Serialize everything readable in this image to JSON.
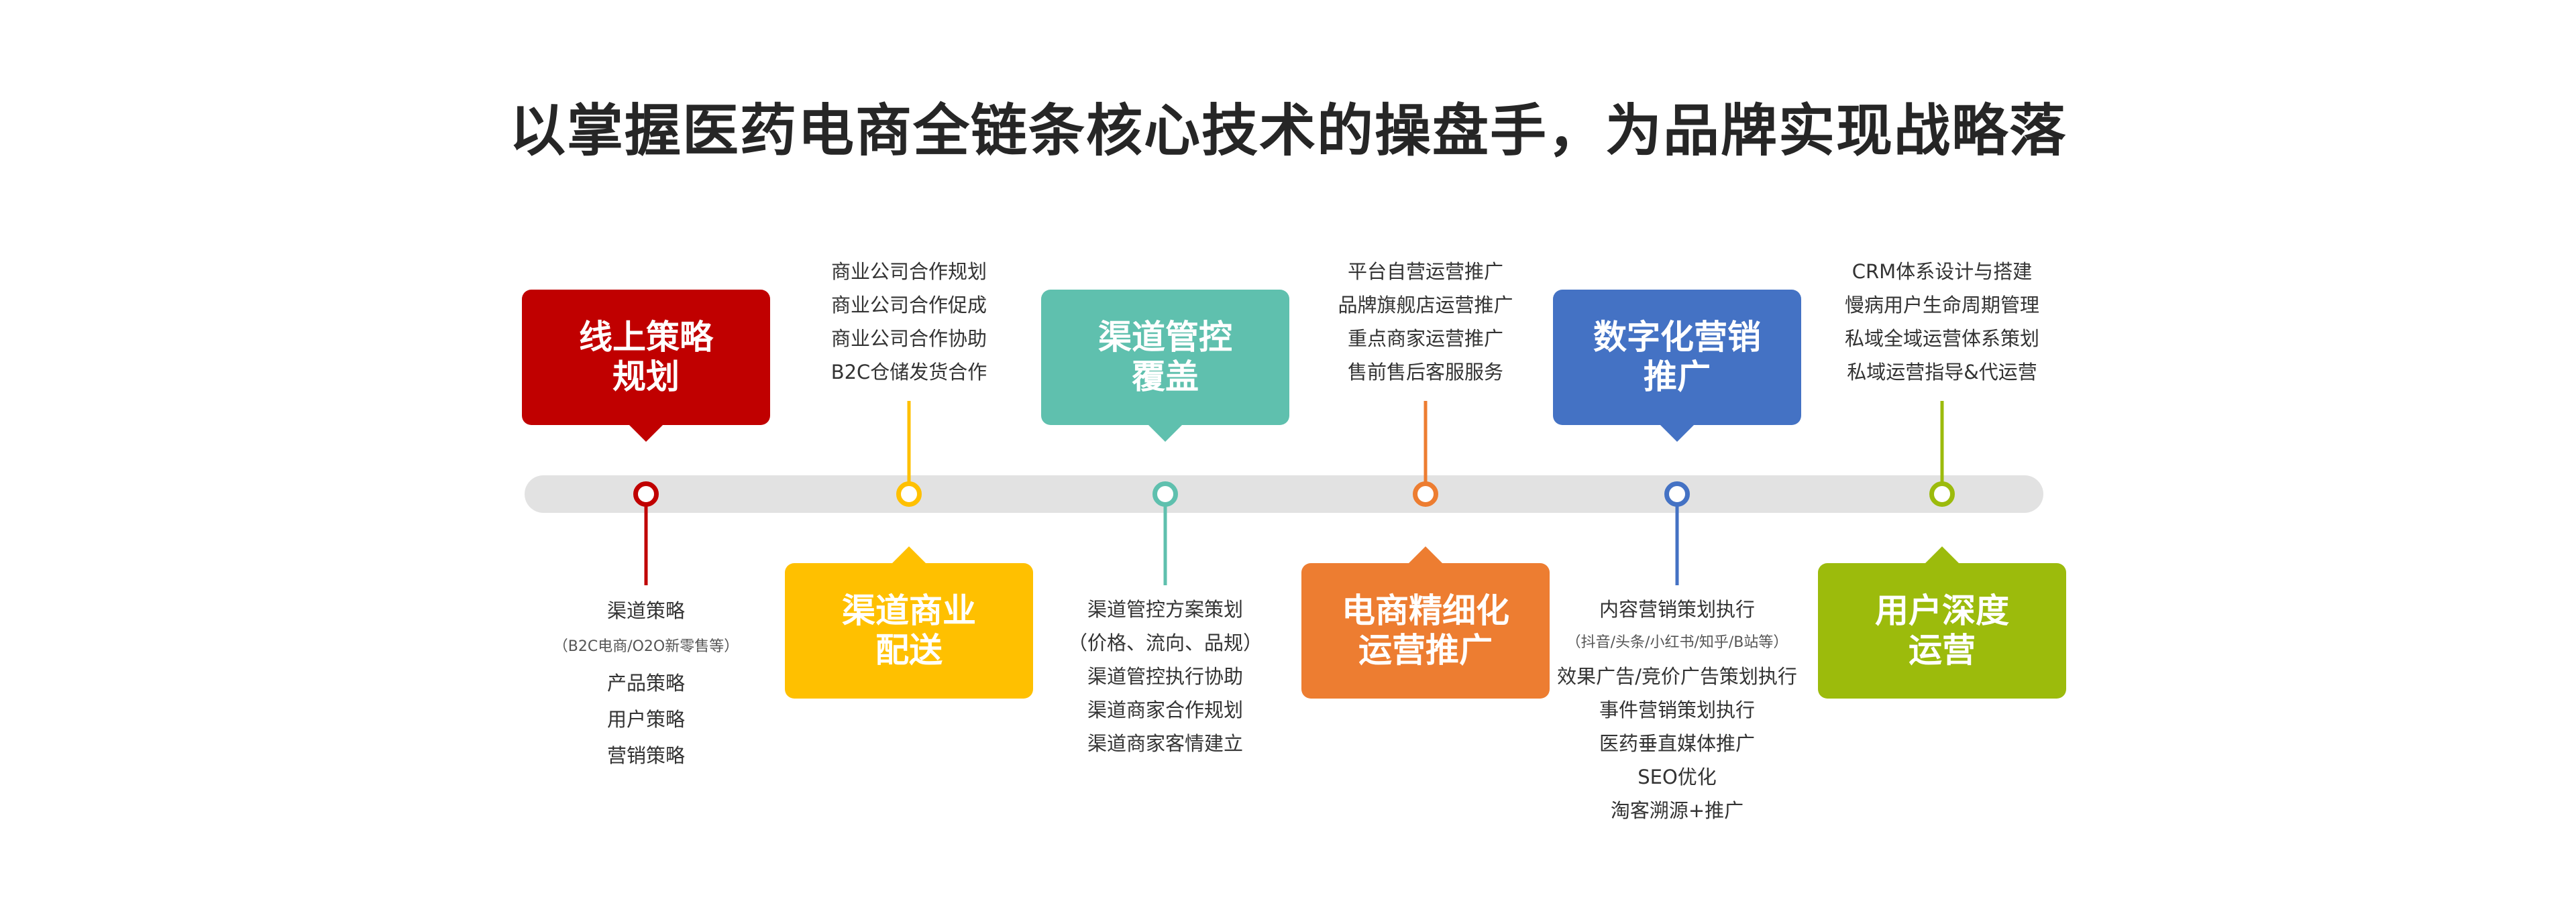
{
  "title": "以掌握医药电商全链条核心技术的操盘手，为品牌实现战略落",
  "stages": [
    {
      "label": "线上策略\n规划",
      "color": "#c00000",
      "position": "top",
      "items": [
        {
          "text": "渠道策略"
        },
        {
          "text": "（B2C电商/O2O新零售等）",
          "small": true
        },
        {
          "text": "产品策略"
        },
        {
          "text": "用户策略"
        },
        {
          "text": "营销策略"
        }
      ]
    },
    {
      "label": "渠道商业\n配送",
      "color": "#ffc000",
      "position": "bottom",
      "items": [
        {
          "text": "商业公司合作规划"
        },
        {
          "text": "商业公司合作促成"
        },
        {
          "text": "商业公司合作协助"
        },
        {
          "text": "B2C仓储发货合作"
        }
      ]
    },
    {
      "label": "渠道管控\n覆盖",
      "color": "#5fc0ae",
      "position": "top",
      "items": [
        {
          "text": "渠道管控方案策划"
        },
        {
          "text": "（价格、流向、品规）"
        },
        {
          "text": "渠道管控执行协助"
        },
        {
          "text": "渠道商家合作规划"
        },
        {
          "text": "渠道商家客情建立"
        }
      ]
    },
    {
      "label": "电商精细化\n运营推广",
      "color": "#ed7d31",
      "position": "bottom",
      "items": [
        {
          "text": "平台自营运营推广"
        },
        {
          "text": "品牌旗舰店运营推广"
        },
        {
          "text": "重点商家运营推广"
        },
        {
          "text": "售前售后客服服务"
        }
      ]
    },
    {
      "label": "数字化营销\n推广",
      "color": "#4472c4",
      "position": "top",
      "items": [
        {
          "text": "内容营销策划执行"
        },
        {
          "text": "（抖音/头条/小红书/知乎/B站等）",
          "small": true
        },
        {
          "text": "效果广告/竞价广告策划执行"
        },
        {
          "text": "事件营销策划执行"
        },
        {
          "text": "医药垂直媒体推广"
        },
        {
          "text": "SEO优化"
        },
        {
          "text": "淘客溯源+推广"
        }
      ]
    },
    {
      "label": "用户深度\n运营",
      "color": "#9cbb0c",
      "position": "bottom",
      "items": [
        {
          "text": "CRM体系设计与搭建"
        },
        {
          "text": "慢病用户生命周期管理"
        },
        {
          "text": "私域全域运营体系策划"
        },
        {
          "text": "私域运营指导&代运营"
        }
      ]
    }
  ]
}
